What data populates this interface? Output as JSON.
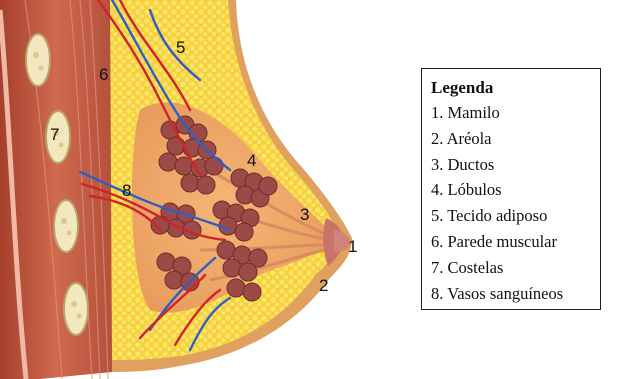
{
  "labels": [
    {
      "id": "mamilo",
      "text": "1"
    },
    {
      "id": "areola",
      "text": "2"
    },
    {
      "id": "ductos",
      "text": "3"
    },
    {
      "id": "lobulos",
      "text": "4"
    },
    {
      "id": "tecido",
      "text": "5"
    },
    {
      "id": "parede",
      "text": "6"
    },
    {
      "id": "costelas",
      "text": "7"
    },
    {
      "id": "vasos",
      "text": "8"
    }
  ],
  "legend": {
    "title": "Legenda",
    "items": [
      "1. Mamilo",
      "2. Aréola",
      "3. Ductos",
      "4. Lóbulos",
      "5. Tecido adiposo",
      "6. Parede muscular",
      "7. Costelas",
      "8. Vasos sanguíneos"
    ]
  },
  "colors": {
    "adipose": "#f6d23a",
    "skin": "#e2a05e",
    "muscle": "#c0533d",
    "lobule": "#9c4a47",
    "artery": "#d0232a",
    "vein": "#2f5fc4"
  }
}
